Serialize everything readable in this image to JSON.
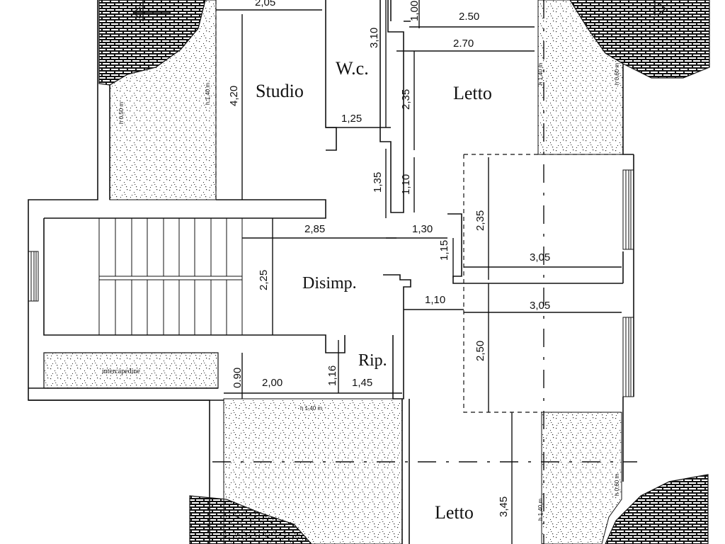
{
  "rooms": {
    "studio": "Studio",
    "wc": "W.c.",
    "letto_top": "Letto",
    "disimp": "Disimp.",
    "rip": "Rip.",
    "letto_bottom": "Letto",
    "intercapedine": "intercapedine"
  },
  "dimensions": {
    "d_205": "2,05",
    "d_420": "4,20",
    "d_310": "3,10",
    "d_100": "1,00",
    "d_250_top": "2.50",
    "d_270": "2.70",
    "d_235_top": "2,35",
    "d_125": "1,25",
    "d_135": "1,35",
    "d_110_v": "1,10",
    "d_285": "2,85",
    "d_130": "1,30",
    "d_115": "1,15",
    "d_235_right": "2,35",
    "d_305_a": "3,05",
    "d_225": "2,25",
    "d_110_h": "1,10",
    "d_305_b": "3,05",
    "d_250_right": "2,50",
    "d_090": "0.90",
    "d_200": "2,00",
    "d_116": "1,16",
    "d_145": "1,45",
    "d_345": "3,45"
  },
  "height_notes": {
    "h_050_left": "h 0,50 m",
    "h_140_studio": "h 1,40 m",
    "h_140_letto": "h 1,40 m",
    "h_060_top": "h 0,60 m",
    "h_140_bottom": "h 1,40 m",
    "h_140_br": "h 1,40 m",
    "h_060_br": "h 0,60 m"
  }
}
